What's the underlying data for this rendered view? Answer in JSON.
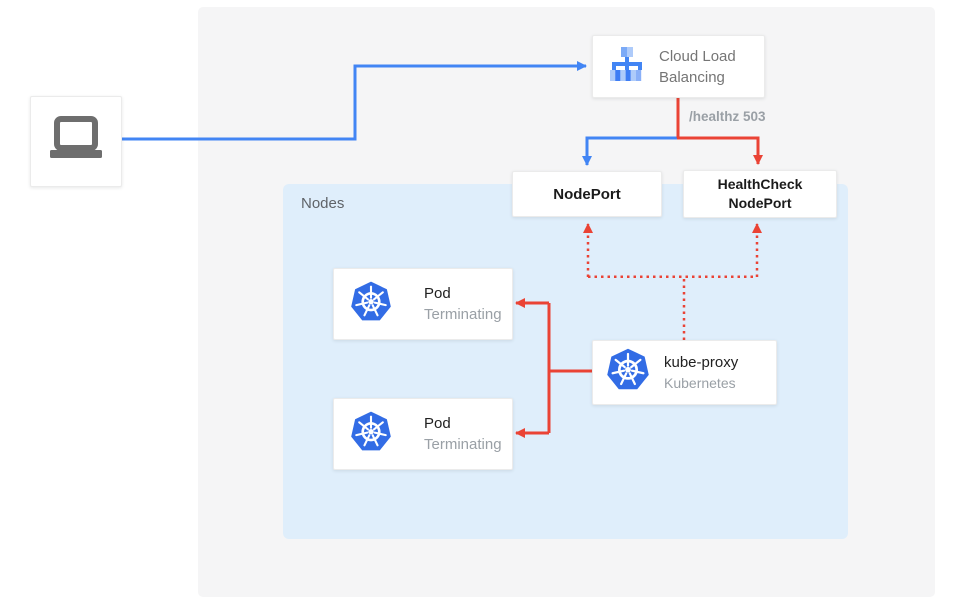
{
  "diagram": {
    "cloud_load_balancing": {
      "line1": "Cloud Load",
      "line2": "Balancing"
    },
    "health_check_label": "/healthz 503",
    "node_port": {
      "label": "NodePort"
    },
    "health_check_node_port": {
      "line1": "HealthCheck",
      "line2": "NodePort"
    },
    "nodes_panel": {
      "label": "Nodes"
    },
    "pods": [
      {
        "title": "Pod",
        "status": "Terminating"
      },
      {
        "title": "Pod",
        "status": "Terminating"
      }
    ],
    "kube_proxy": {
      "title": "kube-proxy",
      "subtitle": "Kubernetes"
    },
    "colors": {
      "traffic_blue": "#4285f4",
      "health_red": "#ea4335",
      "nodes_panel_bg": "#dfeefb",
      "outer_panel_bg": "#f5f5f6",
      "kubernetes_blue": "#326ce5"
    }
  }
}
